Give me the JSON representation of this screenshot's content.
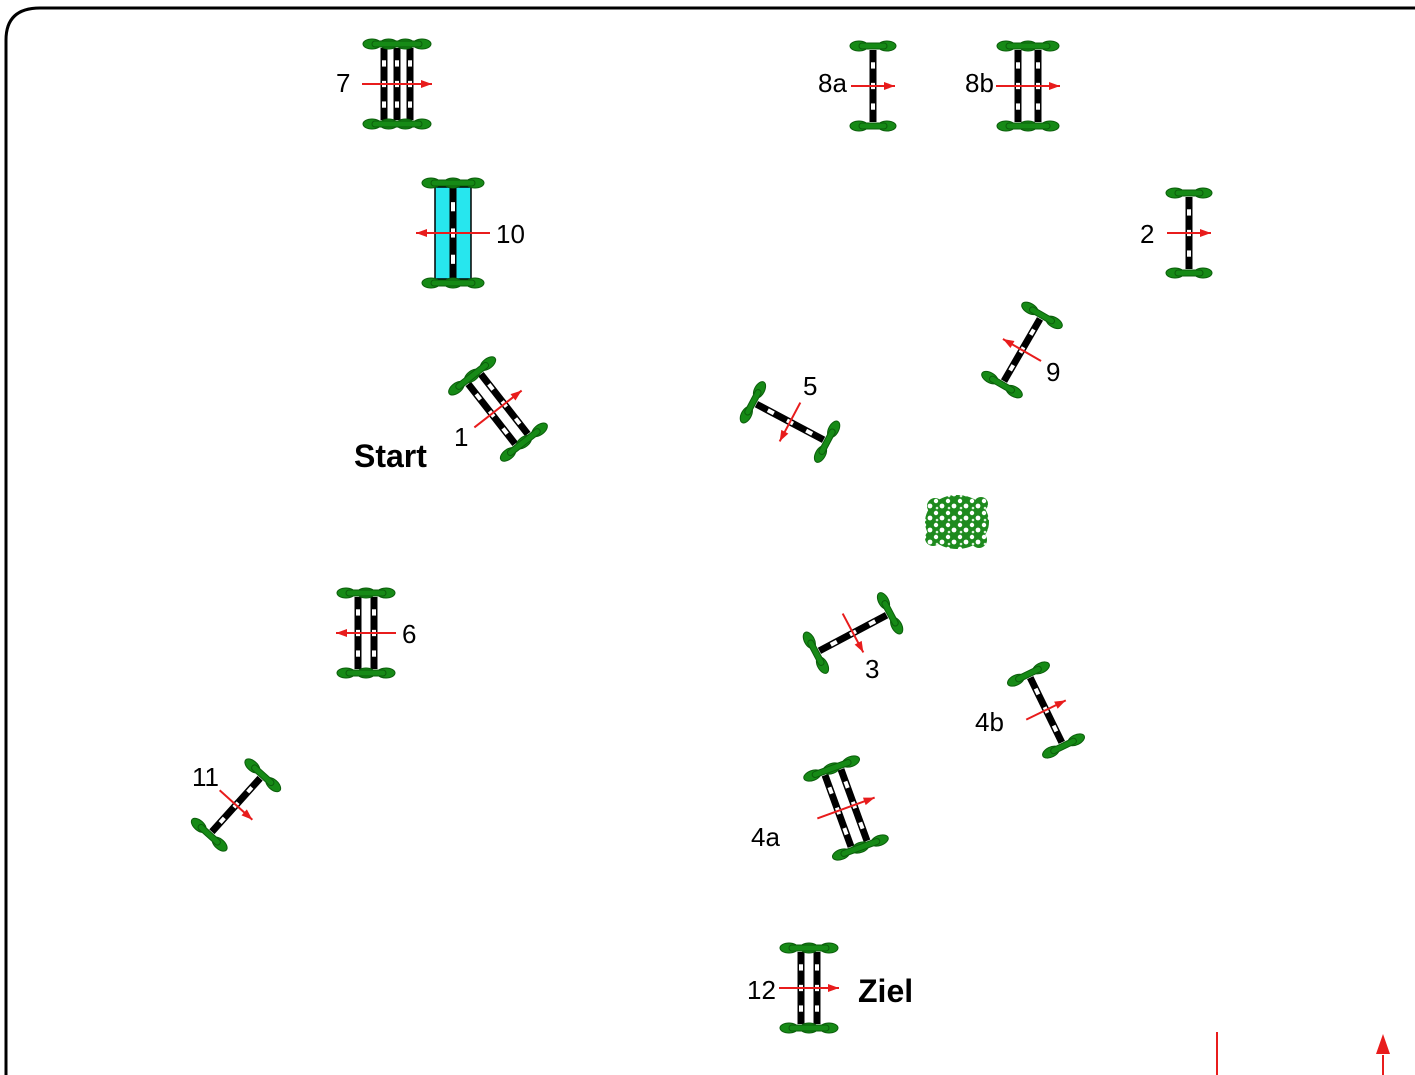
{
  "colors": {
    "border": "#000000",
    "pole": "#000000",
    "pole_band": "#ffffff",
    "stand": "#168a16",
    "water": "#27e6ee",
    "arrow": "#e81c1c",
    "bush": "#1e8a1e"
  },
  "labels": {
    "start": "Start",
    "finish": "Ziel"
  },
  "obstacles": [
    {
      "id": "7",
      "type": "triple-bar",
      "icon": "jump-icon"
    },
    {
      "id": "8a",
      "type": "vertical",
      "icon": "jump-icon"
    },
    {
      "id": "8b",
      "type": "oxer",
      "icon": "jump-icon"
    },
    {
      "id": "10",
      "type": "water-jump",
      "icon": "water-jump-icon"
    },
    {
      "id": "2",
      "type": "vertical",
      "icon": "jump-icon"
    },
    {
      "id": "9",
      "type": "vertical",
      "icon": "jump-icon"
    },
    {
      "id": "1",
      "type": "oxer",
      "icon": "jump-icon"
    },
    {
      "id": "5",
      "type": "vertical",
      "icon": "jump-icon"
    },
    {
      "id": "6",
      "type": "oxer",
      "icon": "jump-icon"
    },
    {
      "id": "3",
      "type": "vertical",
      "icon": "jump-icon"
    },
    {
      "id": "4b",
      "type": "vertical",
      "icon": "jump-icon"
    },
    {
      "id": "11",
      "type": "vertical",
      "icon": "jump-icon"
    },
    {
      "id": "4a",
      "type": "oxer",
      "icon": "jump-icon"
    },
    {
      "id": "12",
      "type": "oxer",
      "icon": "jump-icon"
    }
  ],
  "decorations": [
    {
      "name": "flower-bush-icon"
    },
    {
      "name": "north-arrow-icon"
    }
  ]
}
